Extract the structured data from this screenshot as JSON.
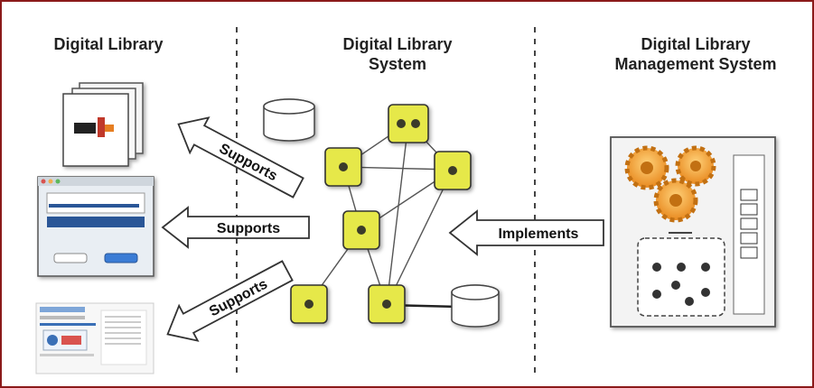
{
  "headings": {
    "left": "Digital Library",
    "middle": [
      "Digital Library",
      "System"
    ],
    "right": [
      "Digital Library",
      "Management System"
    ]
  },
  "arrows": {
    "top": "Supports",
    "middle": "Supports",
    "bottom": "Supports",
    "implements": "Implements"
  },
  "colors": {
    "frame": "#8b1a1a",
    "node": "#e6e84a",
    "gear": "#f2a93b"
  },
  "icons": [
    "app-window-icon",
    "browser-window-icon",
    "web-page-icon",
    "gear-icon",
    "database-icon",
    "service-node-icon"
  ]
}
